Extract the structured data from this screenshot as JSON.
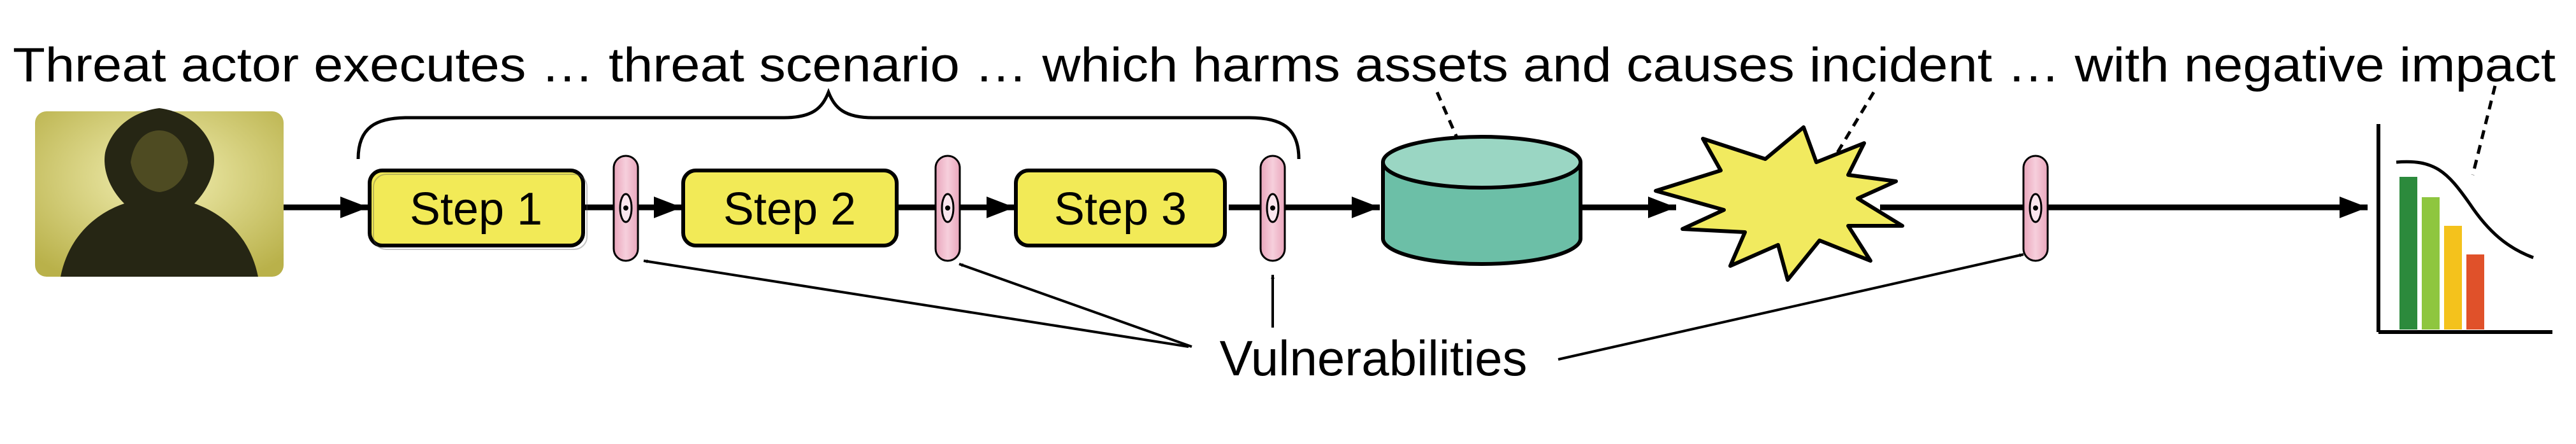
{
  "headline": "Threat actor executes … threat scenario … which harms assets and causes incident … with negative impact",
  "steps": [
    {
      "label": "Step 1"
    },
    {
      "label": "Step 2"
    },
    {
      "label": "Step 3"
    }
  ],
  "vulnerabilities_label": "Vulnerabilities",
  "icons": {
    "threat_actor": "hooded-figure-icon",
    "asset": "database-cylinder-icon",
    "incident": "explosion-starburst-icon",
    "impact": "declining-bar-chart-icon",
    "vulnerability": "ring-disc-icon"
  },
  "colors": {
    "step_fill": "#f2ea57",
    "asset_fill": "#6cbfa7",
    "asset_top": "#9ad6c3",
    "incident_fill": "#f1ea5f",
    "vulnerability_fill": "#f1bfcf",
    "actor_bg": "#e3de7e",
    "impact_bars": [
      "#2c8a3c",
      "#8ec63f",
      "#f4c21c",
      "#e0512a"
    ]
  }
}
